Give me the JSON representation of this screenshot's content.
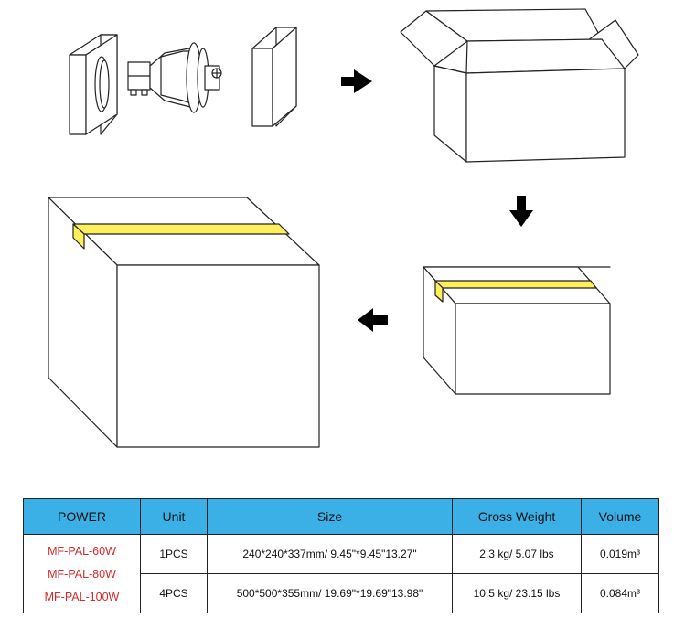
{
  "colors": {
    "header_bg": "#3ab0e6",
    "model_text": "#d42a2a",
    "tape": "#ffef5a",
    "line": "#222222"
  },
  "diagram": {
    "steps": [
      "lamp-with-foam-inserts",
      "open-carton",
      "taped-inner-box",
      "taped-master-carton"
    ],
    "arrows": [
      "right",
      "down",
      "left"
    ]
  },
  "table": {
    "headers": [
      "POWER",
      "Unit",
      "Size",
      "Gross Weight",
      "Volume"
    ],
    "models": [
      "MF-PAL-60W",
      "MF-PAL-80W",
      "MF-PAL-100W"
    ],
    "rows": [
      {
        "unit": "1PCS",
        "size": "240*240*337mm/ 9.45\"*9.45\"13.27\"",
        "weight": "2.3 kg/ 5.07 lbs",
        "volume": "0.019m³"
      },
      {
        "unit": "4PCS",
        "size": "500*500*355mm/ 19.69\"*19.69\"13.98\"",
        "weight": "10.5 kg/ 23.15 lbs",
        "volume": "0.084m³"
      }
    ]
  }
}
